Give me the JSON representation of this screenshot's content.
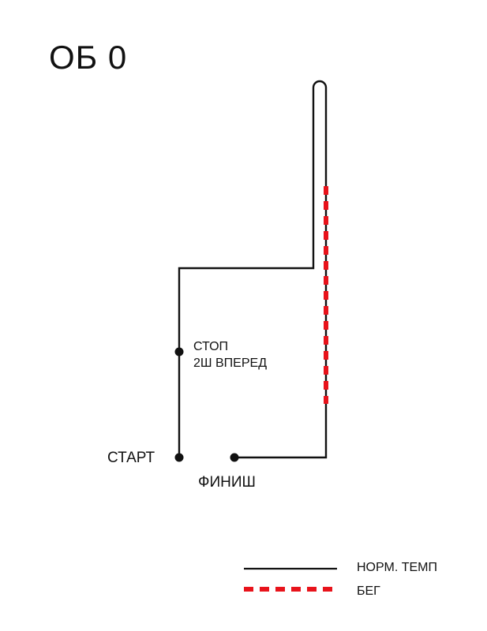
{
  "title": "ОБ 0",
  "labels": {
    "start": "СТАРТ",
    "finish": "ФИНИШ",
    "stop_line1": "СТОП",
    "stop_line2": "2Ш ВПЕРЕД"
  },
  "legend": {
    "normal_pace": "НОРМ. ТЕМП",
    "run": "БЕГ"
  },
  "colors": {
    "line": "#111111",
    "run": "#e8131b",
    "background": "#ffffff"
  }
}
